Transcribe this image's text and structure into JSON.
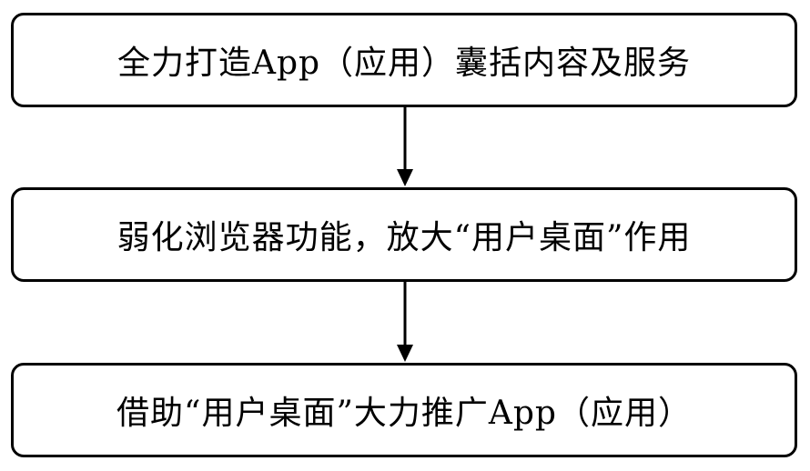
{
  "steps": [
    {
      "label": "全力打造App（应用）囊括内容及服务"
    },
    {
      "label": "弱化浏览器功能，放大“用户桌面”作用"
    },
    {
      "label": "借助“用户桌面”大力推广App（应用）"
    }
  ],
  "colors": {
    "stroke": "#000000",
    "background": "#ffffff"
  }
}
